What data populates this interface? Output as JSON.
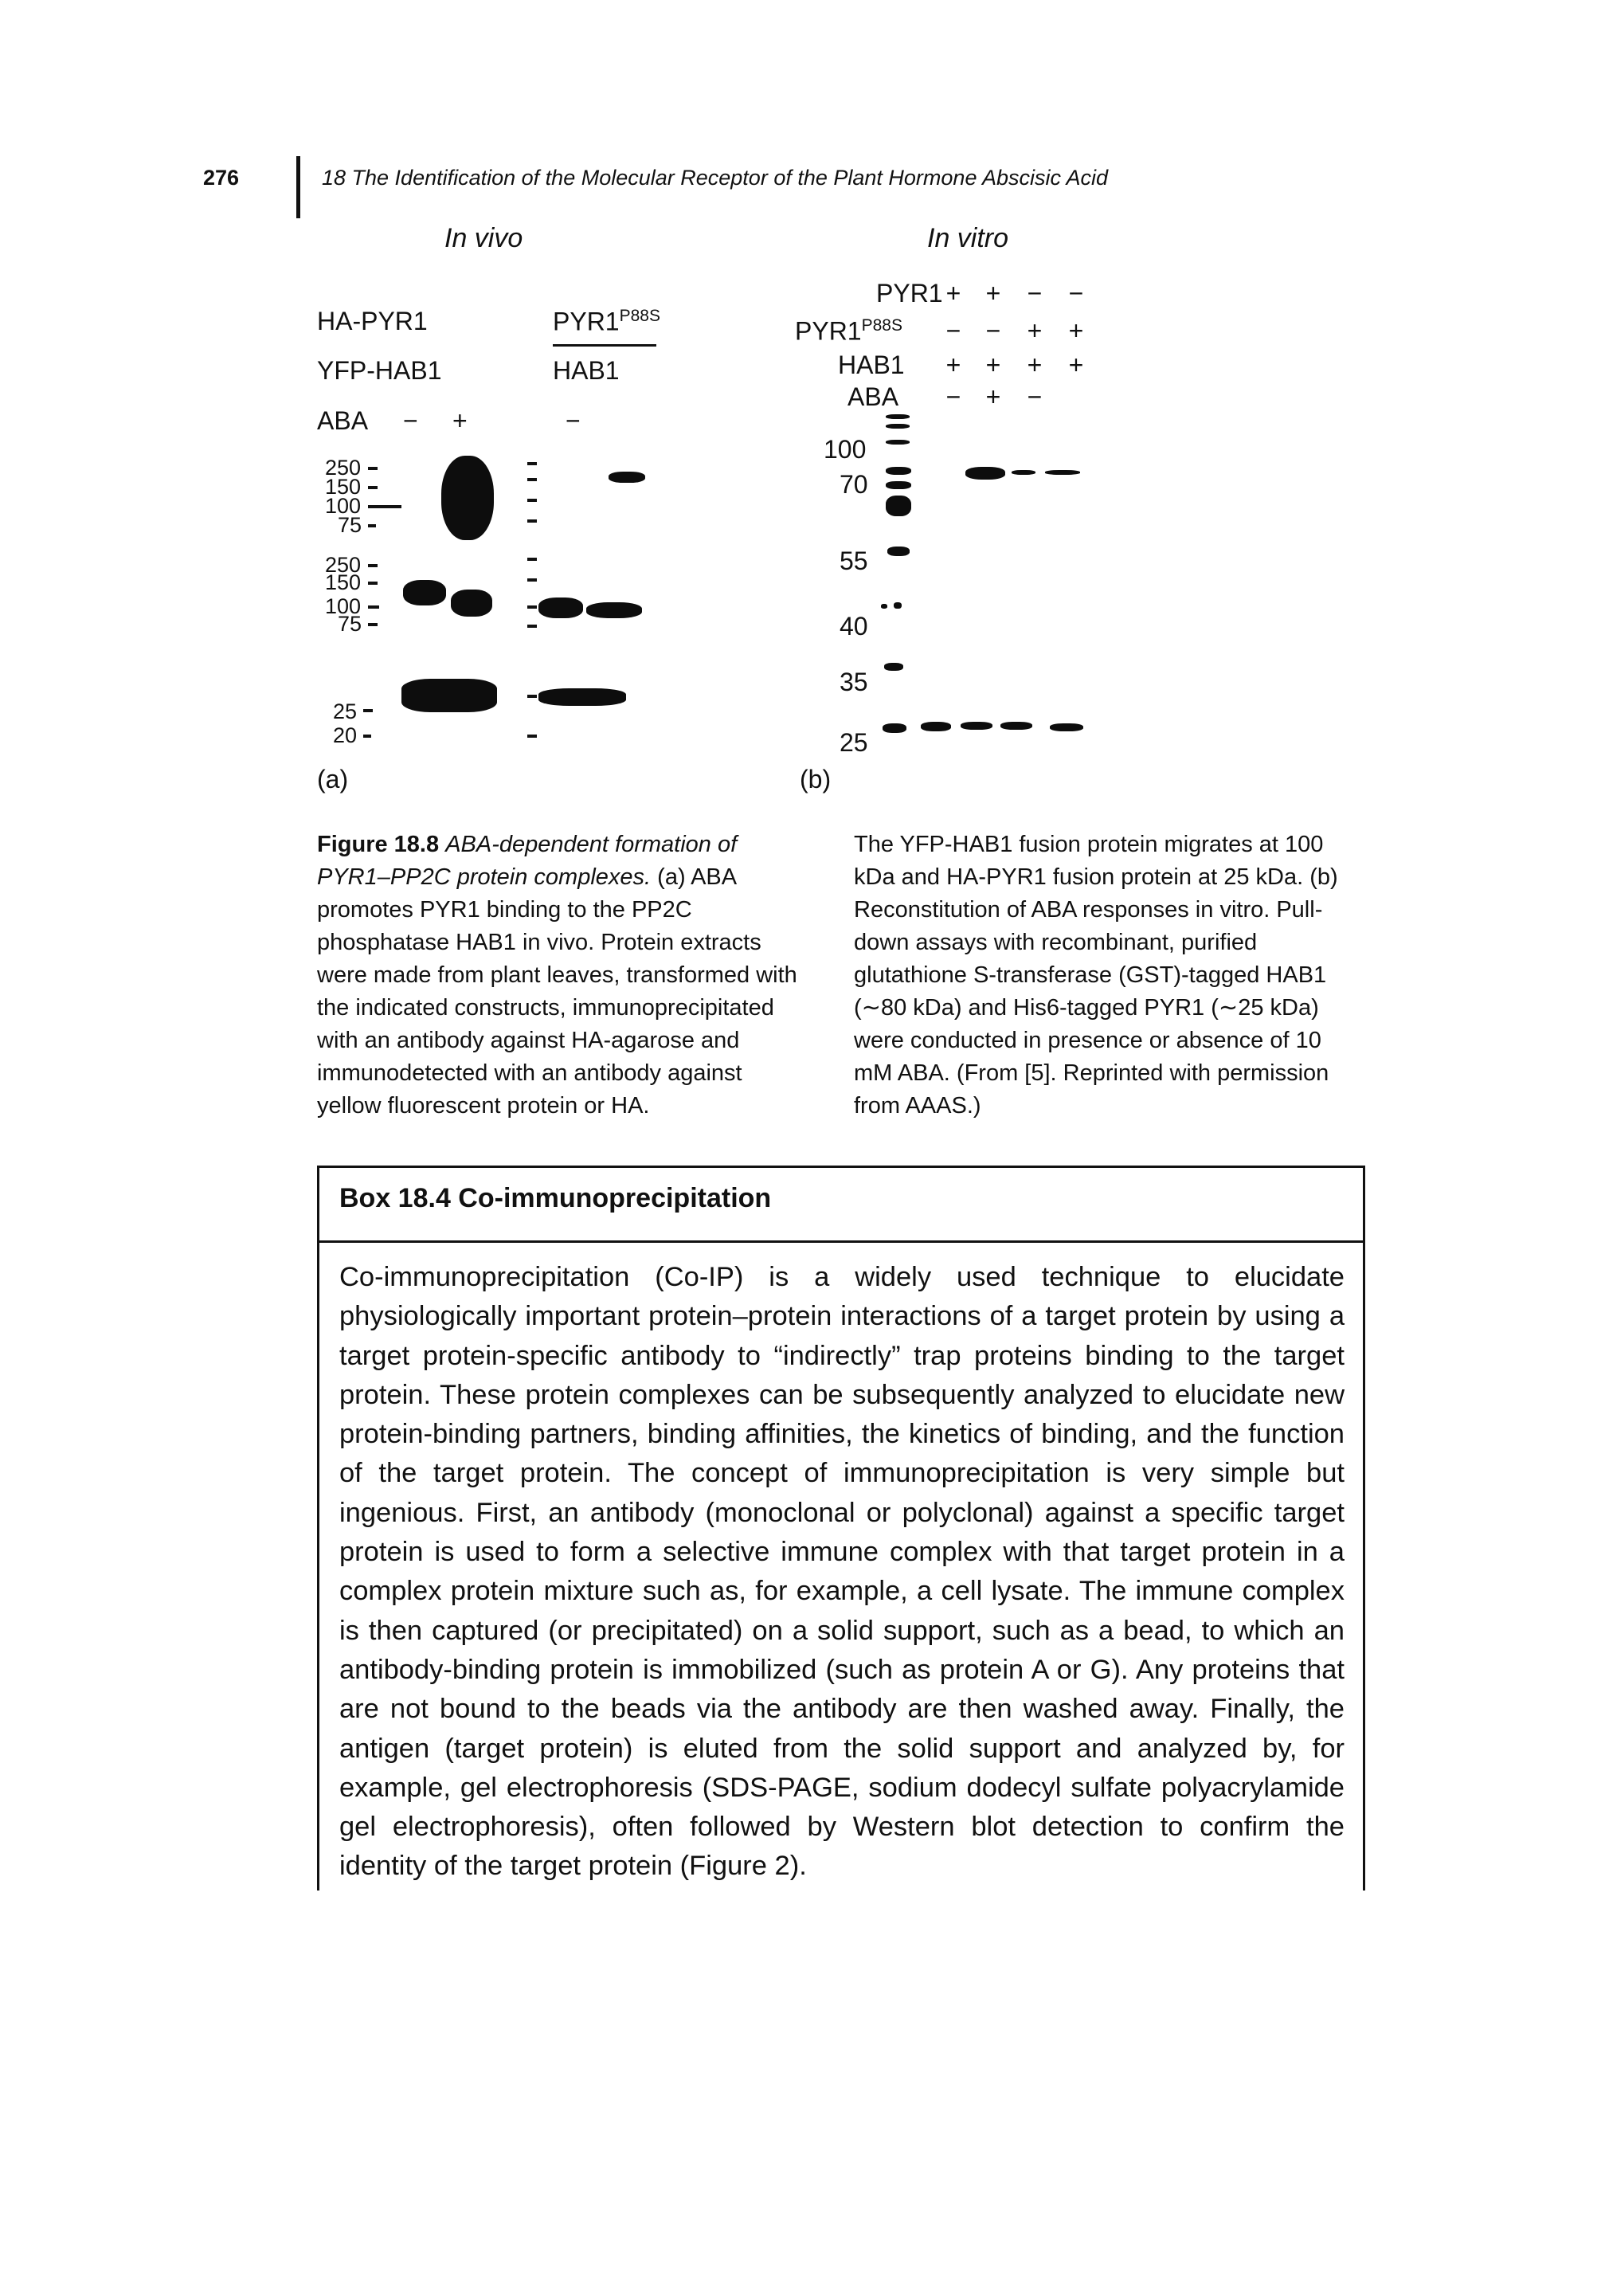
{
  "header": {
    "page_number": "276",
    "running_title": "18 The Identification of the Molecular Receptor of the Plant Hormone Abscisic Acid"
  },
  "figure": {
    "panel_a": {
      "heading": "In vivo",
      "label": "(a)",
      "row1": "HA-PYR1",
      "row2": "YFP-HAB1",
      "aba_label": "ABA",
      "aba_minus": "−",
      "aba_plus": "+",
      "mutant_base": "PYR1",
      "mutant_sup": "P88S",
      "mutant_hab": "HAB1",
      "mutant_aba": "−",
      "mw_top": [
        "250",
        "150",
        "100",
        "75"
      ],
      "mw_mid": [
        "250",
        "150",
        "100",
        "75"
      ],
      "mw_bottom": [
        "25",
        "20"
      ]
    },
    "panel_b": {
      "heading": "In vitro",
      "label": "(b)",
      "row_pyr1": "PYR1",
      "row_mut_base": "PYR1",
      "row_mut_sup": "P88S",
      "row_hab1": "HAB1",
      "row_aba": "ABA",
      "signs_pyr1": [
        "+",
        "+",
        "−",
        "−"
      ],
      "signs_mut": [
        "−",
        "−",
        "+",
        "+"
      ],
      "signs_hab1": [
        "+",
        "+",
        "+",
        "+"
      ],
      "signs_aba": [
        "−",
        "+",
        "−",
        ""
      ],
      "mw": [
        "100",
        "70",
        "55",
        "40",
        "35",
        "25"
      ]
    }
  },
  "caption": {
    "label": "Figure 18.8",
    "title": "ABA-dependent formation of PYR1–PP2C protein complexes.",
    "left_text": "(a) ABA promotes PYR1 binding to the PP2C phosphatase HAB1 in vivo. Protein extracts were made from plant leaves, transformed with the indicated constructs, immunoprecipitated with an antibody against HA-agarose and immunodetected with an antibody against yellow fluorescent protein or HA.",
    "right_text": "The YFP-HAB1 fusion protein migrates at 100 kDa and HA-PYR1 fusion protein at 25 kDa. (b) Reconstitution of ABA responses in vitro. Pull-down assays with recombinant, purified glutathione S-transferase (GST)-tagged HAB1 (∼80 kDa) and His6-tagged PYR1 (∼25 kDa) were conducted in presence or absence of 10 mM ABA. (From [5]. Reprinted with permission from AAAS.)"
  },
  "box": {
    "title": "Box 18.4 Co-immunoprecipitation",
    "body": "Co-immunoprecipitation (Co-IP) is a widely used technique to elucidate physiologically important protein–protein interactions of a target protein by using a target protein-specific antibody to “indirectly” trap proteins binding to the target protein. These protein complexes can be subsequently analyzed to elucidate new protein-binding partners, binding affinities, the kinetics of binding, and the function of the target protein. The concept of immunoprecipitation is very simple but ingenious. First, an antibody (monoclonal or polyclonal) against a specific target protein is used to form a selective immune complex with that target protein in a complex protein mixture such as, for example, a cell lysate. The immune complex is then captured (or precipitated) on a solid support, such as a bead, to which an antibody-binding protein is immobilized (such as protein A or G). Any proteins that are not bound to the beads via the antibody are then washed away. Finally, the antigen (target protein) is eluted from the solid support and analyzed by, for example, gel electrophoresis (SDS-PAGE, sodium dodecyl sulfate polyacrylamide gel electrophoresis), often followed by Western blot detection to confirm the identity of the target protein (Figure 2)."
  }
}
